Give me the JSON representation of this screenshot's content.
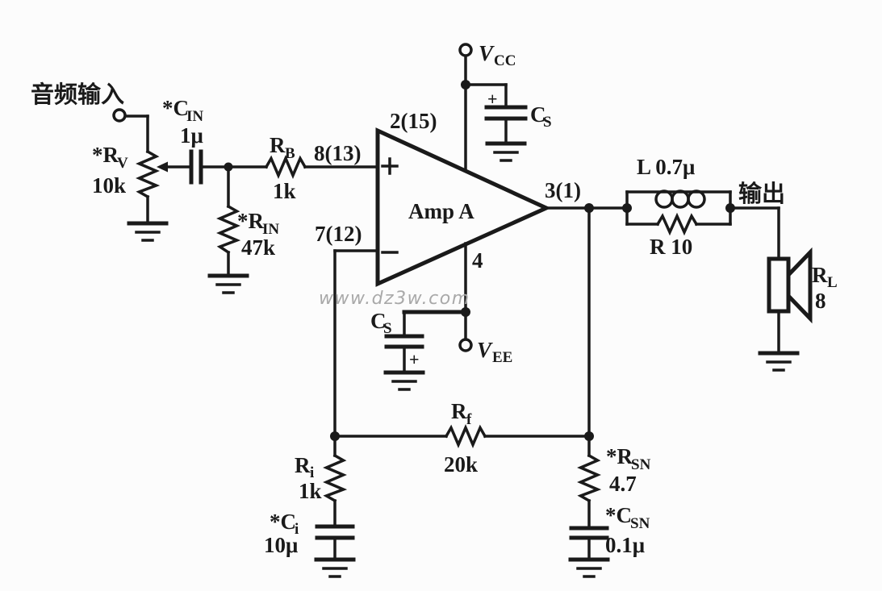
{
  "colors": {
    "ink": "#1a1a1a",
    "background": "#fcfcfc",
    "watermark": "#a9a9a9"
  },
  "texts": {
    "audio_input": "音频输入",
    "output": "输出",
    "watermark": "www.dz3w.com"
  },
  "opamp": {
    "name": "Amp A",
    "pin_top": "2(15)",
    "pin_noninverting": "8(13)",
    "pin_inverting": "7(12)",
    "pin_bottom": "4",
    "pin_output": "3(1)"
  },
  "power": {
    "vcc_base": "V",
    "vcc_sub": "CC",
    "vee_base": "V",
    "vee_sub": "EE"
  },
  "components": {
    "rv": {
      "base": "*R",
      "sub": "V",
      "value": "10k"
    },
    "cin": {
      "base": "*C",
      "sub": "IN",
      "value": "1μ"
    },
    "rin": {
      "base": "*R",
      "sub": "IN",
      "value": "47k"
    },
    "rb": {
      "base": "R",
      "sub": "B",
      "value": "1k"
    },
    "cs_top": {
      "base": "C",
      "sub": "S",
      "polarity": "+"
    },
    "cs_bottom": {
      "base": "C",
      "sub": "S",
      "polarity": "+"
    },
    "l": {
      "value": "L 0.7μ"
    },
    "r": {
      "value": "R 10"
    },
    "rl": {
      "base": "R",
      "sub": "L",
      "value": "8"
    },
    "rf": {
      "base": "R",
      "sub": "f",
      "value": "20k"
    },
    "ri": {
      "base": "R",
      "sub": "i",
      "value": "1k"
    },
    "ci": {
      "base": "*C",
      "sub": "i",
      "value": "10μ"
    },
    "rsn": {
      "base": "*R",
      "sub": "SN",
      "value": "4.7"
    },
    "csn": {
      "base": "*C",
      "sub": "SN",
      "value": "0.1μ"
    }
  }
}
